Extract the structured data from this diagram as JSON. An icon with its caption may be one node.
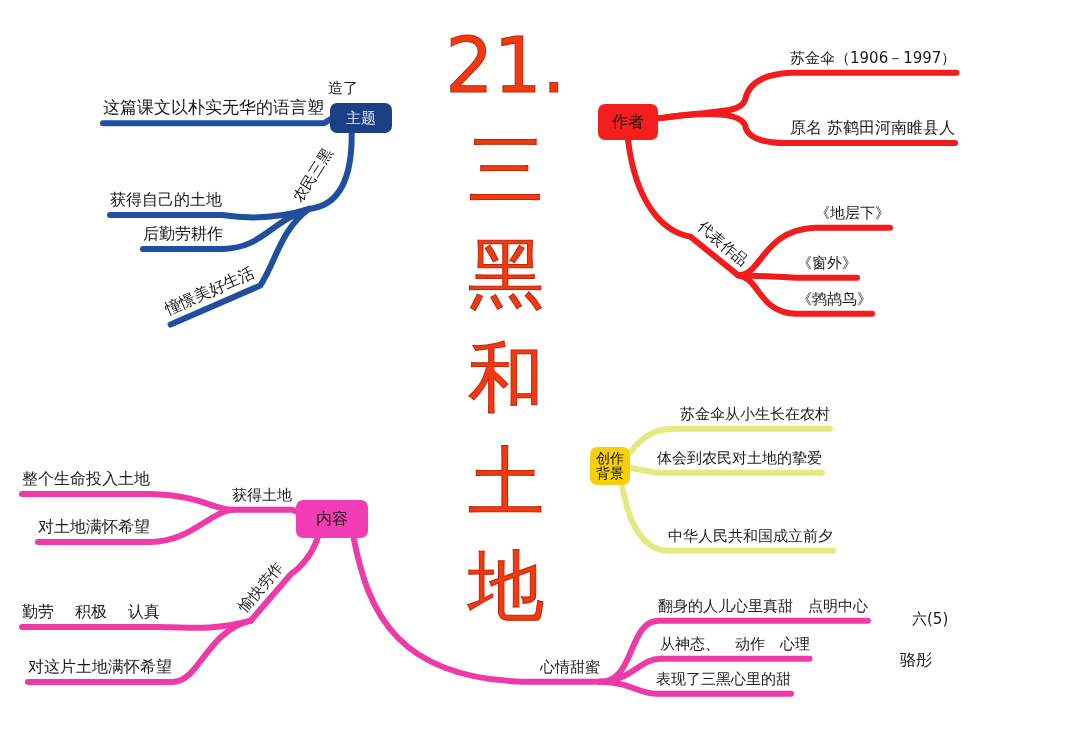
{
  "diagram": {
    "title": "21. 三黑和土地",
    "nodes": [
      {
        "text": [
          "主题"
        ]
      },
      {
        "text": [
          "这篇课文以朴实无华的语言塑"
        ],
        "beside": [
          "造了"
        ]
      },
      {
        "text": [
          "农民三黑"
        ]
      },
      {
        "text": [
          "获得自己的土地"
        ]
      },
      {
        "text": [
          "后勤劳耕作"
        ]
      },
      {
        "text": [
          "憧憬美好生活"
        ]
      },
      {
        "text": [
          "作者"
        ]
      },
      {
        "text": [
          "苏金伞（1906－1997）"
        ]
      },
      {
        "text": [
          "原名 苏鹤田河南睢县人"
        ]
      },
      {
        "text": [
          "代表作品"
        ]
      },
      {
        "text": [
          "《地层下》"
        ]
      },
      {
        "text": [
          "《窗外》"
        ]
      },
      {
        "text": [
          "《鹁鸪鸟》"
        ]
      },
      {
        "text": [
          "创作背景"
        ]
      },
      {
        "text": [
          "苏金伞从小生长在农村"
        ]
      },
      {
        "text": [
          "体会到农民对土地的挚爱"
        ]
      },
      {
        "text": [
          "中华人民共和国成立前夕"
        ]
      },
      {
        "text": [
          "内容"
        ]
      },
      {
        "text": [
          "获得土地"
        ]
      },
      {
        "text": [
          "整个生命投入土地"
        ]
      },
      {
        "text": [
          "对土地满怀希望"
        ]
      },
      {
        "text": [
          "愉快劳作"
        ]
      },
      {
        "text": [
          "勤劳 积极 认真"
        ]
      },
      {
        "text": [
          "对这片土地满怀希望"
        ]
      },
      {
        "text": [
          "心情甜蜜"
        ]
      },
      {
        "text": [
          "翻身的人儿心里真甜 点明中心"
        ]
      },
      {
        "text": [
          "从神态、 动作 心理"
        ]
      },
      {
        "text": [
          "表现了三黑心里的甜"
        ]
      }
    ],
    "edges": [
      {
        "from": 0,
        "to": 1,
        "arrow": "none",
        "color": "#1f4f9e"
      },
      {
        "from": 0,
        "to": 2,
        "arrow": "none",
        "color": "#1f4f9e"
      },
      {
        "from": 2,
        "to": 3,
        "arrow": "none",
        "color": "#1f4f9e"
      },
      {
        "from": 2,
        "to": 4,
        "arrow": "none",
        "color": "#1f4f9e"
      },
      {
        "from": 2,
        "to": 5,
        "arrow": "none",
        "color": "#1f4f9e"
      },
      {
        "from": 6,
        "to": 7,
        "arrow": "none",
        "color": "#f21c1c"
      },
      {
        "from": 6,
        "to": 8,
        "arrow": "none",
        "color": "#f21c1c"
      },
      {
        "from": 6,
        "to": 9,
        "arrow": "none",
        "color": "#f21c1c"
      },
      {
        "from": 9,
        "to": 10,
        "arrow": "none",
        "color": "#f21c1c"
      },
      {
        "from": 9,
        "to": 11,
        "arrow": "none",
        "color": "#f21c1c"
      },
      {
        "from": 9,
        "to": 12,
        "arrow": "none",
        "color": "#f21c1c"
      },
      {
        "from": 13,
        "to": 14,
        "arrow": "none",
        "color": "#e2ea80"
      },
      {
        "from": 13,
        "to": 15,
        "arrow": "none",
        "color": "#e2ea80"
      },
      {
        "from": 13,
        "to": 16,
        "arrow": "none",
        "color": "#e2ea80"
      },
      {
        "from": 17,
        "to": 18,
        "arrow": "none"
      },
      {
        "from": 18,
        "to": 19,
        "arrow": "none"
      },
      {
        "from": 18,
        "to": 20,
        "arrow": "none"
      },
      {
        "from": 17,
        "to": 21,
        "arrow": "none"
      },
      {
        "from": 21,
        "to": 22,
        "arrow": "none"
      },
      {
        "from": 21,
        "to": 23,
        "arrow": "none"
      },
      {
        "from": 17,
        "to": 24,
        "arrow": "none"
      },
      {
        "from": 24,
        "to": 25,
        "arrow": "none"
      },
      {
        "from": 24,
        "to": 26,
        "arrow": "none"
      },
      {
        "from": 24,
        "to": 27,
        "arrow": "none"
      }
    ],
    "labels": [
      "六(5)",
      "骆彤"
    ]
  }
}
